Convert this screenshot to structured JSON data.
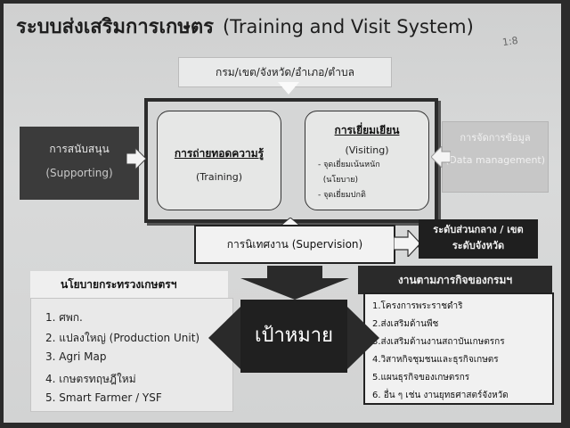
{
  "title": {
    "thai": "ระบบส่งเสริมการเกษตร",
    "english": "(Training and Visit System)"
  },
  "top_box": "กรม/เขต/จังหวัด/อำเภอ/ตำบล",
  "training": {
    "thai": "การถ่ายทอดความรู้",
    "english": "(Training)"
  },
  "visiting": {
    "thai": "การเยี่ยมเยียน",
    "english": "(Visiting)",
    "bullets": [
      "จุดเยี่ยมเน้นหนัก",
      "(นโยบาย)",
      "จุดเยี่ยมปกติ"
    ]
  },
  "supporting": {
    "thai": "การสนับสนุน",
    "english": "(Supporting)"
  },
  "data_management": {
    "thai": "การจัดการข้อมูล",
    "english": "(Data management)"
  },
  "supervision": {
    "thai": "การนิเทศงาน",
    "english": "(Supervision)"
  },
  "region": {
    "line1": "ระดับส่วนกลาง / เขต",
    "line2": "ระดับจังหวัด"
  },
  "policy": {
    "title": "นโยบายกระทรวงเกษตรฯ",
    "items": [
      "1. ศพก.",
      "2. แปลงใหญ่ (Production Unit)",
      "3. Agri Map",
      "4. เกษตรทฤษฎีใหม่",
      "5. Smart Farmer / YSF"
    ]
  },
  "mission": {
    "title": "งานตามภารกิจของกรมฯ",
    "items": [
      "1.โครงการพระราชดำริ",
      "2.ส่งเสริมด้านพืช",
      "3.ส่งเสริมด้านงานสถาบันเกษตรกร",
      "4.วิสาหกิจชุมชนและธุรกิจเกษตร",
      "5.แผนธุรกิจของเกษตรกร",
      "6. อื่น ๆ เช่น งานยุทธศาสตร์จังหวัด"
    ]
  },
  "target": "เป้าหมาย",
  "scribble": "1:8"
}
